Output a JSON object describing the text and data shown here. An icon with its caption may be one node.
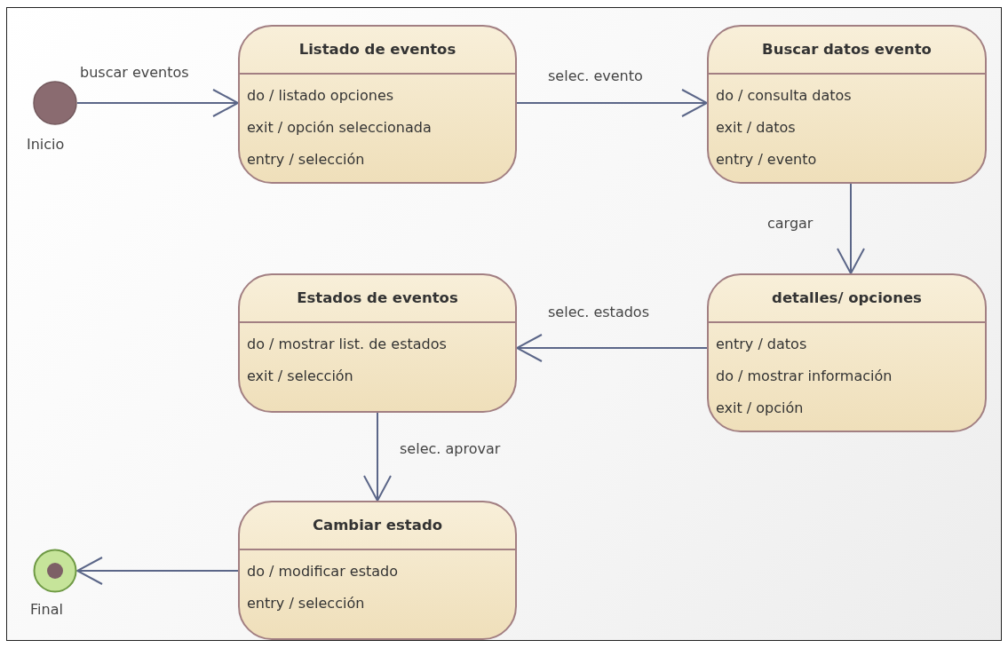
{
  "diagram": {
    "nodes": [
      {
        "text": [],
        "shape": "circle",
        "beside": [
          "Inicio"
        ]
      },
      {
        "text": [
          "Listado de eventos",
          "do / listado opciones",
          "exit / opción seleccionada",
          "entry / selección"
        ]
      },
      {
        "text": [
          "Buscar datos evento",
          "do / consulta datos",
          "exit / datos",
          "entry / evento"
        ]
      },
      {
        "text": [
          "detalles/ opciones",
          "entry / datos",
          "do / mostrar información",
          "exit / opción"
        ]
      },
      {
        "text": [
          "Estados de eventos",
          "do / mostrar list. de estados",
          "exit / selección"
        ]
      },
      {
        "text": [
          "Cambiar estado",
          "do / modificar estado",
          "entry / selección"
        ]
      },
      {
        "text": [],
        "shape": "circle",
        "beside": [
          "Final"
        ]
      }
    ],
    "edges": [
      {
        "from": 0,
        "to": 1,
        "arrow": "to",
        "label": "buscar eventos"
      },
      {
        "from": 1,
        "to": 2,
        "arrow": "to",
        "label": "selec. evento"
      },
      {
        "from": 2,
        "to": 3,
        "arrow": "to",
        "label": "cargar"
      },
      {
        "from": 3,
        "to": 4,
        "arrow": "to",
        "label": "selec. estados"
      },
      {
        "from": 4,
        "to": 5,
        "arrow": "to",
        "label": "selec. aprovar"
      },
      {
        "from": 5,
        "to": 6,
        "arrow": "to"
      }
    ]
  }
}
